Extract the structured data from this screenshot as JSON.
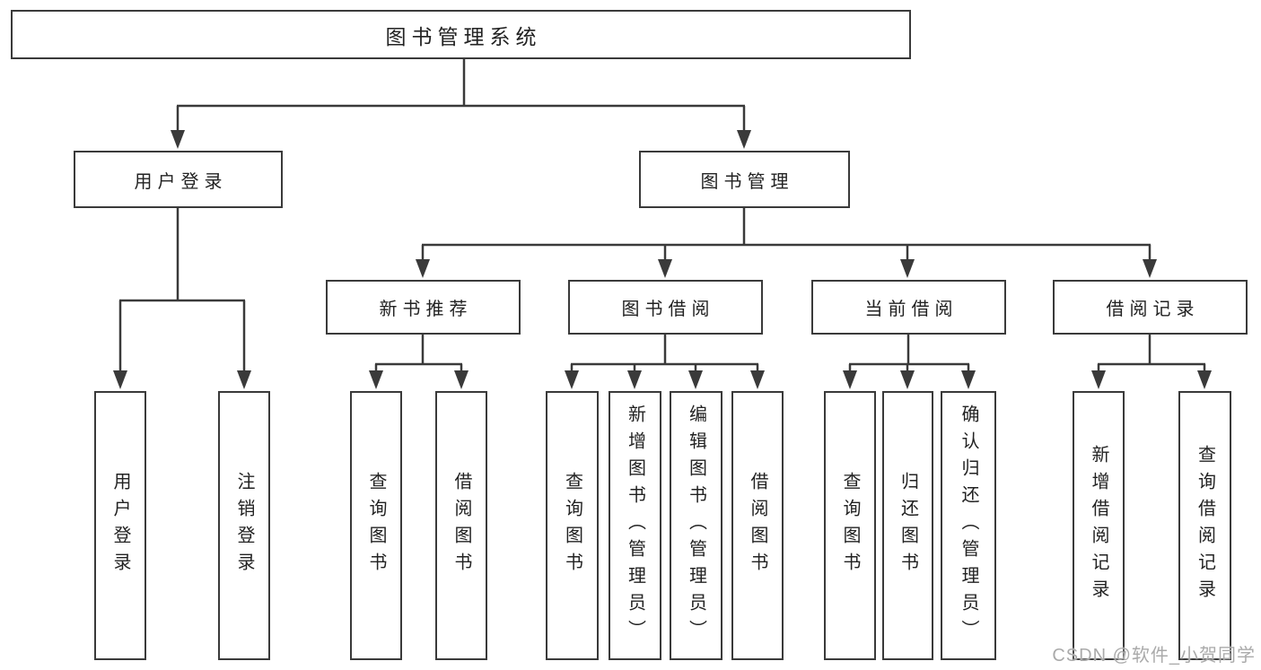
{
  "diagram": {
    "root": {
      "label": "图书管理系统"
    },
    "user_login_branch": {
      "label": "用户登录",
      "children": [
        {
          "label": "用户登录"
        },
        {
          "label": "注销登录"
        }
      ]
    },
    "book_mgmt_branch": {
      "label": "图书管理",
      "groups": [
        {
          "label": "新书推荐",
          "children": [
            {
              "label": "查询图书"
            },
            {
              "label": "借阅图书"
            }
          ]
        },
        {
          "label": "图书借阅",
          "children": [
            {
              "label": "查询图书"
            },
            {
              "label": "新增图书（管理员）"
            },
            {
              "label": "编辑图书（管理员）"
            },
            {
              "label": "借阅图书"
            }
          ]
        },
        {
          "label": "当前借阅",
          "children": [
            {
              "label": "查询图书"
            },
            {
              "label": "归还图书"
            },
            {
              "label": "确认归还（管理员）"
            }
          ]
        },
        {
          "label": "借阅记录",
          "children": [
            {
              "label": "新增借阅记录"
            },
            {
              "label": "查询借阅记录"
            }
          ]
        }
      ]
    },
    "watermark": "CSDN @软件_小贺同学",
    "colors": {
      "line": "#3a3a3a",
      "box_background": "#ffffff",
      "text": "#222222",
      "watermark": "#aaaaaa"
    }
  }
}
